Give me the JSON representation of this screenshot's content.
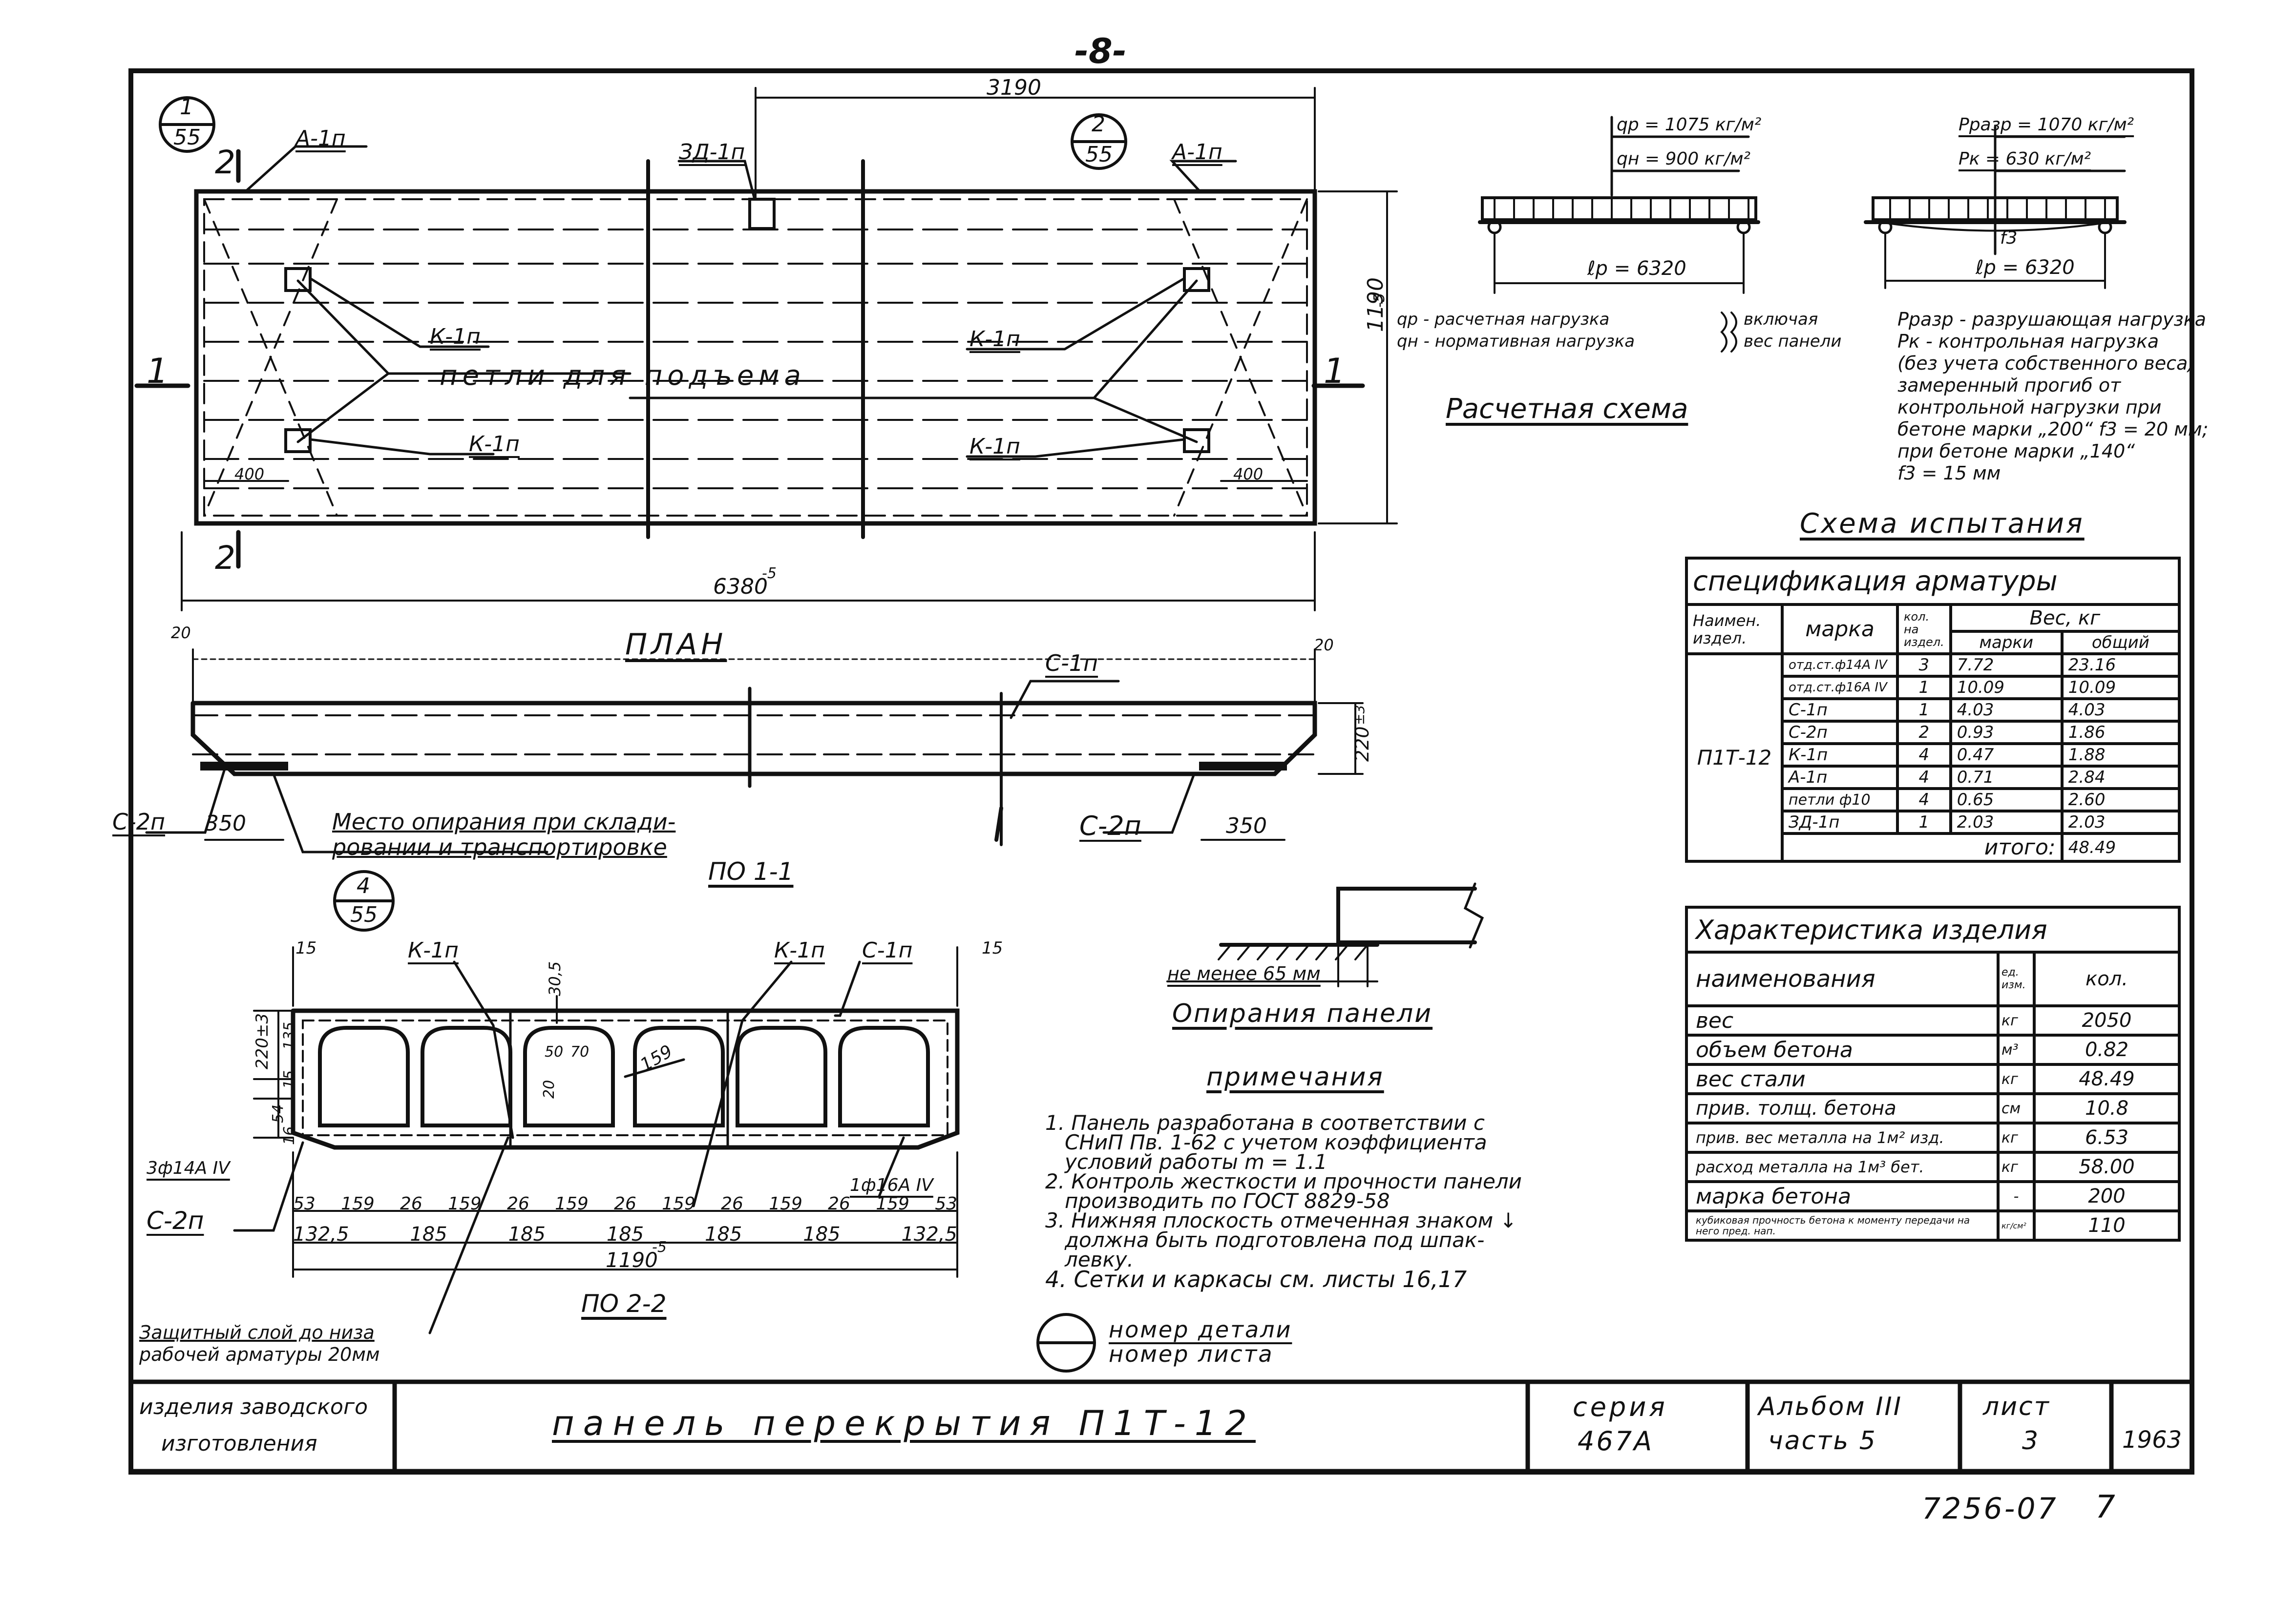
{
  "page_number": "-8-",
  "plan": {
    "ref1_top": "1",
    "ref1_bottom": "55",
    "ref2_top": "2",
    "ref2_bottom": "55",
    "sec2_top": "2",
    "sec2_bottom": "2",
    "sec1_left": "1",
    "sec1_right": "1",
    "label_a1p_left": "А-1п",
    "label_a1p_right": "А-1п",
    "label_zd1p": "ЗД-1п",
    "label_k1p_1": "К-1п",
    "label_k1p_2": "К-1п",
    "label_k1p_3": "К-1п",
    "label_k1p_4": "К-1п",
    "label_loops": "петли для подъема",
    "dim_3190": "3190",
    "dim_400_left": "400",
    "dim_400_right": "400",
    "dim_6380": "6380",
    "dim_6380_tol": "-5",
    "dim_1190": "1190",
    "dim_1190_tol": "-5",
    "title": "ПЛАН"
  },
  "section11": {
    "dim_20_left": "20",
    "dim_20_right": "20",
    "label_c1p": "С-1п",
    "label_c2p_left": "С-2п",
    "label_c2p_right": "С-2п",
    "dim_350_left": "350",
    "dim_350_right": "350",
    "dim_220": "220",
    "dim_220_tol": "±3",
    "note_line1": "Место опирания при склади-",
    "note_line2": "ровании и транспортировке",
    "title": "ПО 1-1"
  },
  "section22": {
    "ref_top": "4",
    "ref_bottom": "55",
    "dim_15_left": "15",
    "dim_15_right": "15",
    "label_k1p_left": "К-1п",
    "label_k1p_right": "К-1п",
    "label_c1p": "С-1п",
    "label_c2p": "С-2п",
    "dim_305": "30,5",
    "dim_50": "50",
    "dim_70": "70",
    "dim_159": "159",
    "dim_20": "20",
    "dim_220": "220±3",
    "dim_135": "135",
    "dim_15v": "15",
    "dim_54": "54",
    "dim_16": "16",
    "label_rebar_left": "3ф14А IV",
    "label_rebar_right": "1ф16А IV",
    "dims_row1": [
      "53",
      "159",
      "26",
      "159",
      "26",
      "159",
      "26",
      "159",
      "26",
      "159",
      "26",
      "159",
      "53"
    ],
    "dims_row2": [
      "132,5",
      "185",
      "185",
      "185",
      "185",
      "185",
      "132,5"
    ],
    "dim_total": "1190",
    "dim_total_tol": "-5",
    "title": "ПО 2-2",
    "cover_line1": "Защитный слой до низа",
    "cover_line2": "рабочей арматуры 20мм"
  },
  "calc": {
    "qp": "qр = 1075 кг/м²",
    "qn": "qн = 900 кг/м²",
    "lp": "ℓр = 6320",
    "legend_qp": "qр - расчетная нагрузка",
    "legend_qn": "qн - нормативная нагрузка",
    "legend_incl1": "включая",
    "legend_incl2": "вес панели",
    "title": "Расчетная схема"
  },
  "test": {
    "praz": "Рразр = 1070 кг/м²",
    "pk": "Рк = 630 кг/м²",
    "f3": "f3",
    "lp": "ℓр = 6320",
    "notes": [
      "Рразр - разрушающая нагрузка",
      "Рк - контрольная нагрузка",
      "(без учета собственного веса)",
      "замеренный прогиб от",
      "контрольной нагрузки при",
      "бетоне марки „200“ f3 = 20 мм;",
      "при бетоне марки „140“",
      "f3 = 15 мм"
    ],
    "title": "Схема испытания"
  },
  "spec": {
    "title": "спецификация арматуры",
    "col_name": "Наимен. издел.",
    "col_mark": "марка",
    "col_qty": "кол. на издел.",
    "col_weight": "Вес, кг",
    "col_per": "марки",
    "col_total": "общий",
    "product": "П1Т-12",
    "rows": [
      {
        "mark": "отд.ст.ф14А IV",
        "qty": "3",
        "per": "7.72",
        "total": "23.16"
      },
      {
        "mark": "отд.ст.ф16А IV",
        "qty": "1",
        "per": "10.09",
        "total": "10.09"
      },
      {
        "mark": "С-1п",
        "qty": "1",
        "per": "4.03",
        "total": "4.03"
      },
      {
        "mark": "С-2п",
        "qty": "2",
        "per": "0.93",
        "total": "1.86"
      },
      {
        "mark": "К-1п",
        "qty": "4",
        "per": "0.47",
        "total": "1.88"
      },
      {
        "mark": "А-1п",
        "qty": "4",
        "per": "0.71",
        "total": "2.84"
      },
      {
        "mark": "петли ф10",
        "qty": "4",
        "per": "0.65",
        "total": "2.60"
      },
      {
        "mark": "ЗД-1п",
        "qty": "1",
        "per": "2.03",
        "total": "2.03"
      }
    ],
    "total_label": "итого:",
    "total_value": "48.49"
  },
  "char": {
    "title": "Характеристика изделия",
    "col_name": "наименования",
    "col_unit": "ед. изм.",
    "col_qty": "кол.",
    "rows": [
      {
        "name": "вес",
        "unit": "кг",
        "qty": "2050"
      },
      {
        "name": "объем бетона",
        "unit": "м³",
        "qty": "0.82"
      },
      {
        "name": "вес стали",
        "unit": "кг",
        "qty": "48.49"
      },
      {
        "name": "прив. толщ. бетона",
        "unit": "см",
        "qty": "10.8"
      },
      {
        "name": "прив. вес металла на 1м² изд.",
        "unit": "кг",
        "qty": "6.53"
      },
      {
        "name": "расход металла на 1м³ бет.",
        "unit": "кг",
        "qty": "58.00"
      },
      {
        "name": "марка бетона",
        "unit": "-",
        "qty": "200"
      },
      {
        "name": "кубиковая прочность бетона к моменту передачи на него пред. нап.",
        "unit": "кг/см²",
        "qty": "110"
      }
    ]
  },
  "support": {
    "dim": "не менее 65 мм",
    "title": "Опирания панели"
  },
  "notes": {
    "title": "примечания",
    "items": [
      "1. Панель разработана в соответствии с",
      "СНиП Пв. 1-62 с учетом коэффициента",
      "условий работы m = 1.1",
      "2. Контроль жесткости и прочности панели",
      "производить по ГОСТ 8829-58",
      "3. Нижняя плоскость отмеченная знаком ↓",
      "должна быть подготовлена под шпак-",
      "левку.",
      "4. Сетки и каркасы см. листы 16,17"
    ],
    "legend_top": "номер детали",
    "legend_bottom": "номер листа"
  },
  "title_block": {
    "cell1_line1": "изделия заводского",
    "cell1_line2": "изготовления",
    "name": "панель перекрытия П1Т-12",
    "series_line1": "серия",
    "series_line2": "467А",
    "album_line1": "Альбом III",
    "album_line2": "часть 5",
    "sheet_label": "лист",
    "sheet_number": "3",
    "year": "1963"
  },
  "archive_number": "7256-07",
  "archive_page": "7"
}
